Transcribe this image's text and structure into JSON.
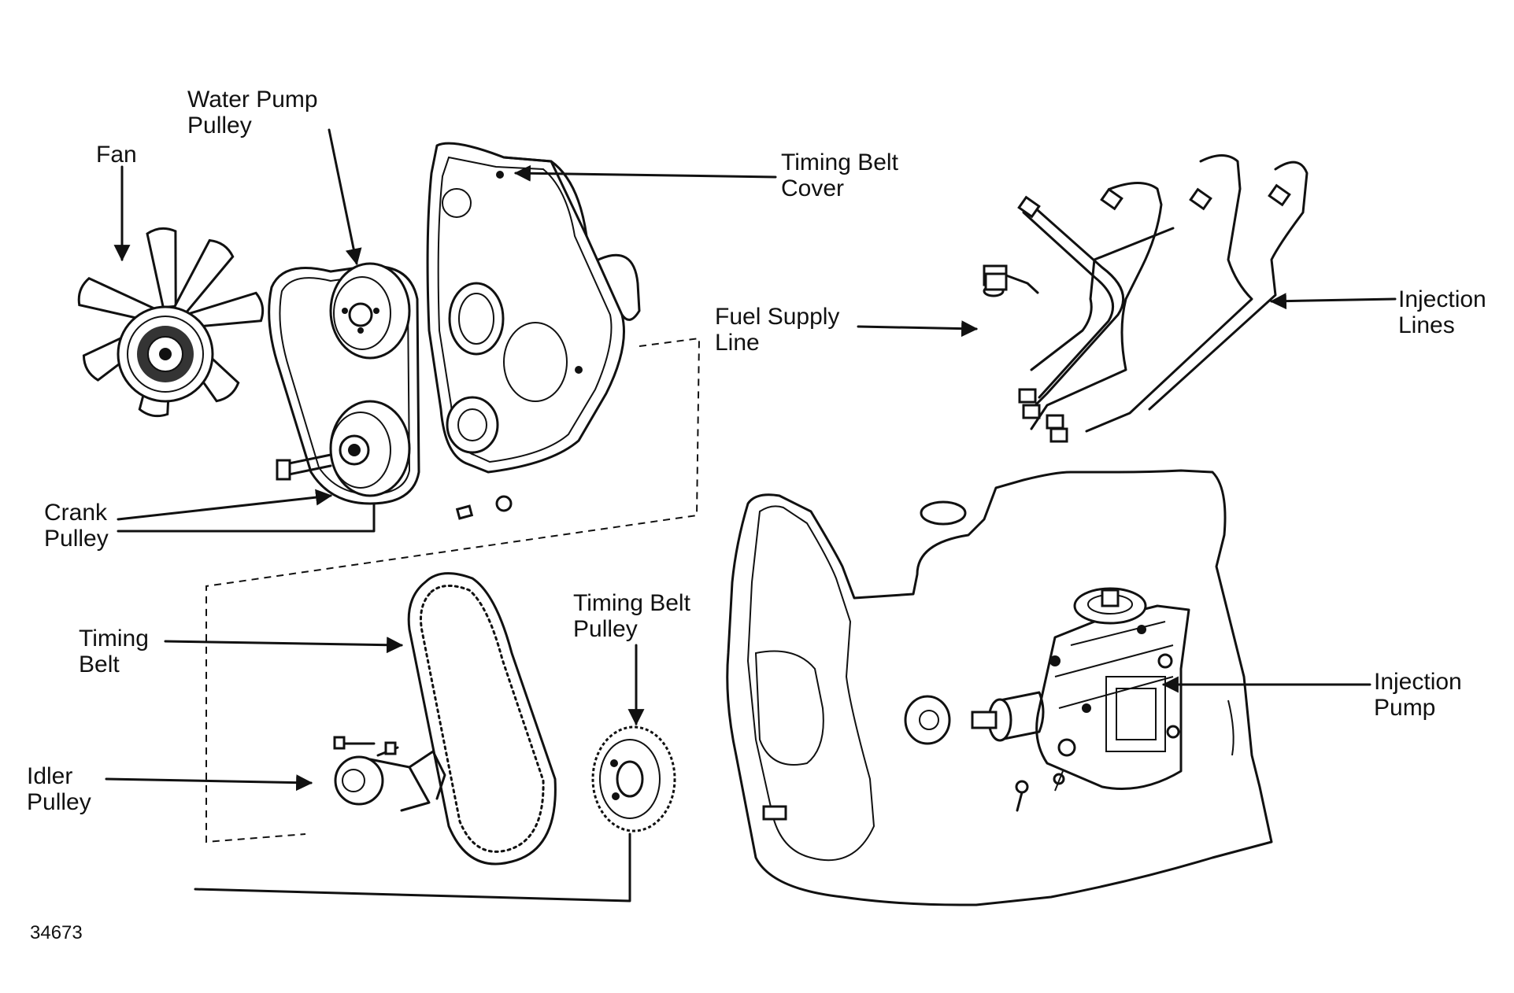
{
  "labels": {
    "fan": [
      "Fan"
    ],
    "water_pump_pulley": [
      "Water Pump",
      "Pulley"
    ],
    "timing_belt_cover": [
      "Timing Belt",
      "Cover"
    ],
    "fuel_supply_line": [
      "Fuel Supply",
      "Line"
    ],
    "injection_lines": [
      "Injection",
      "Lines"
    ],
    "crank_pulley": [
      "Crank",
      "Pulley"
    ],
    "timing_belt": [
      "Timing",
      "Belt"
    ],
    "timing_belt_pulley": [
      "Timing Belt",
      "Pulley"
    ],
    "injection_pump": [
      "Injection",
      "Pump"
    ],
    "idler_pulley": [
      "Idler",
      "Pulley"
    ]
  },
  "figure_number": "34673",
  "colors": {
    "ink": "#111111",
    "paper": "#ffffff"
  }
}
